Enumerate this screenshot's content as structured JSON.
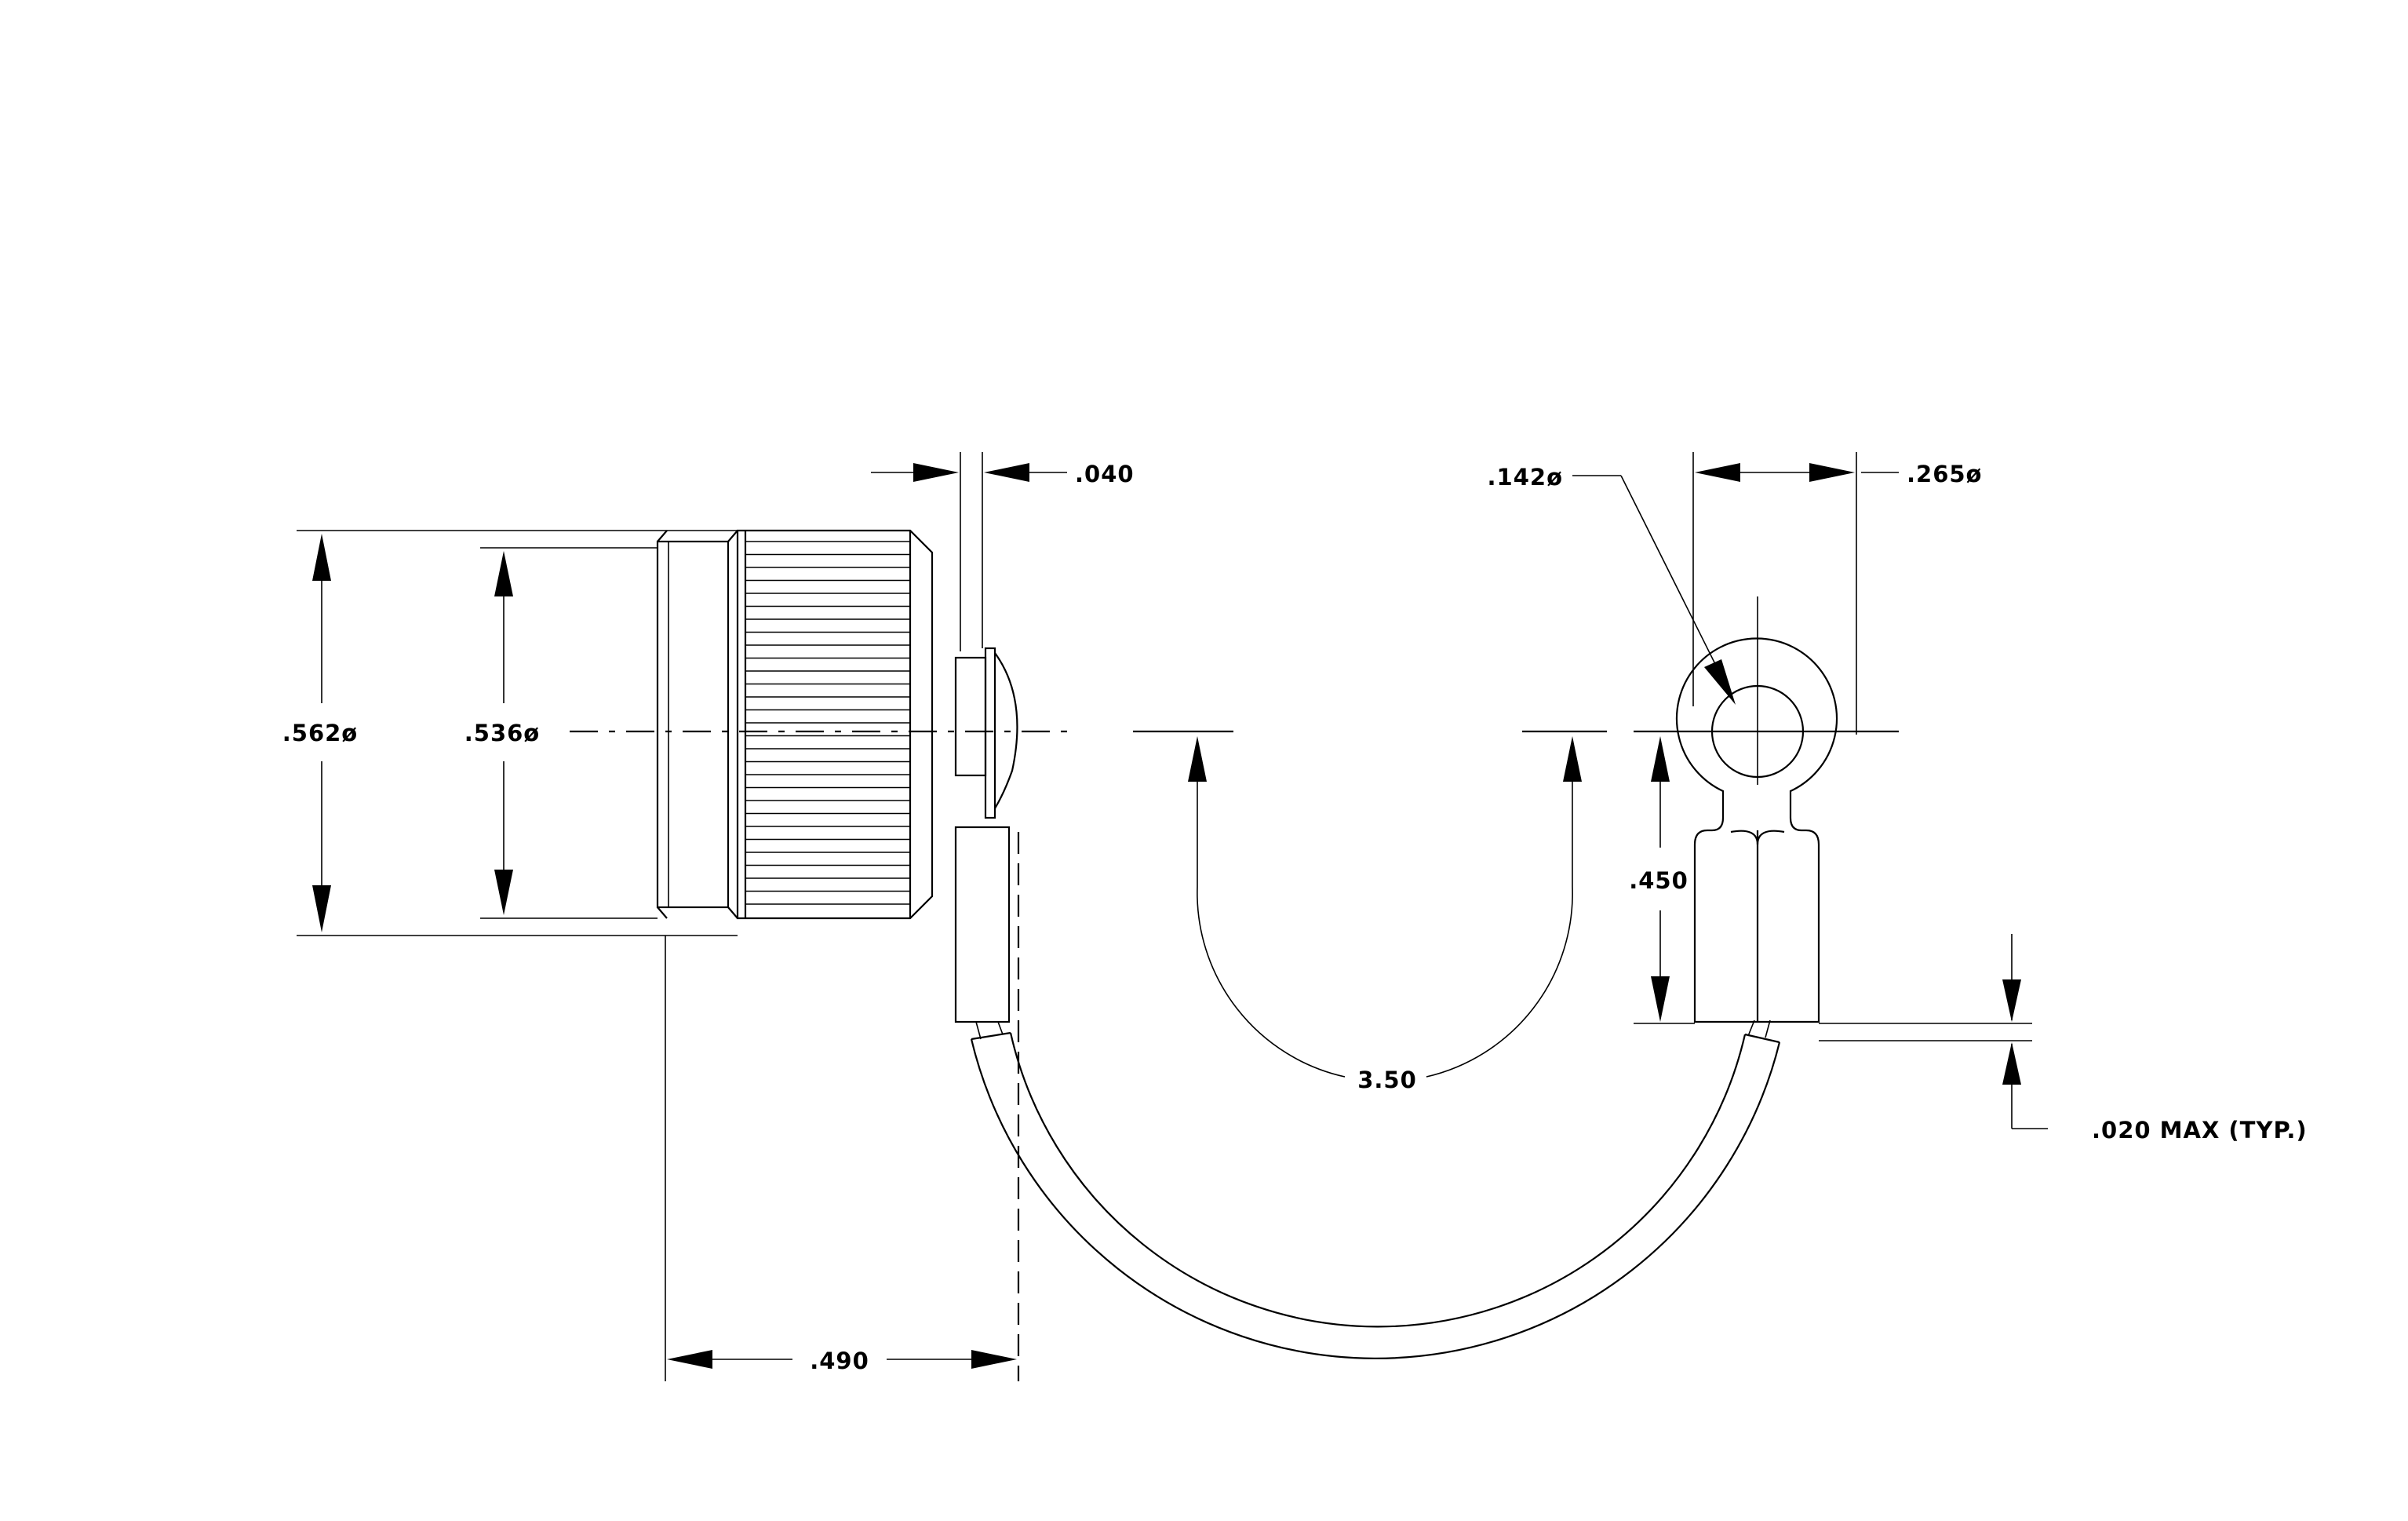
{
  "dimensions": {
    "d_562": ".562ø",
    "d_536": ".536ø",
    "d_040": ".040",
    "d_142": ".142ø",
    "d_265": ".265ø",
    "d_450": ".450",
    "d_350": "3.50",
    "d_020": ".020 MAX (TYP.)",
    "d_490": ".490"
  },
  "colors": {
    "ink": "#000000",
    "paper": "#ffffff"
  }
}
